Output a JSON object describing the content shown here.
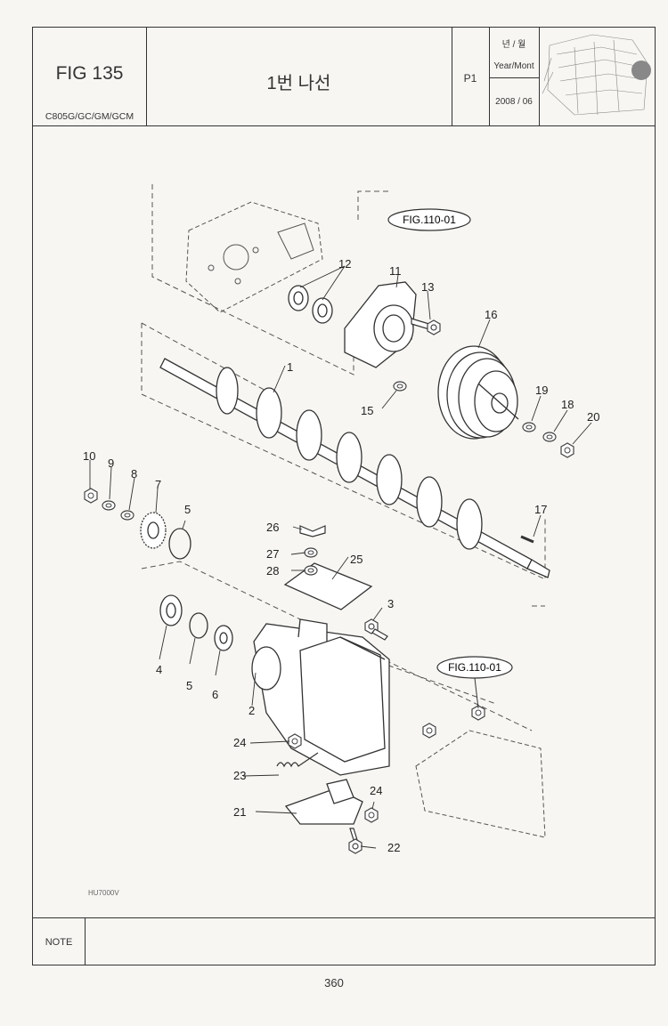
{
  "header": {
    "figure": "FIG 135",
    "model": "C805G/GC/GM/GCM",
    "part_title": "1번 나선",
    "page_code": "P1",
    "date_label_kr": "년 / 월",
    "date_label_en": "Year/Mont",
    "date_value": "2008 / 06"
  },
  "drawing": {
    "figure_refs": [
      "FIG.110-01",
      "FIG.110-01"
    ],
    "callouts": [
      "1",
      "2",
      "3",
      "4",
      "5",
      "5",
      "6",
      "7",
      "8",
      "9",
      "10",
      "11",
      "12",
      "13",
      "15",
      "16",
      "17",
      "18",
      "19",
      "20",
      "21",
      "22",
      "23",
      "24",
      "24",
      "25",
      "26",
      "27",
      "28"
    ],
    "drawing_code": "HU7000V"
  },
  "footer": {
    "note_label": "NOTE",
    "note_text": "",
    "page_number": "360"
  }
}
